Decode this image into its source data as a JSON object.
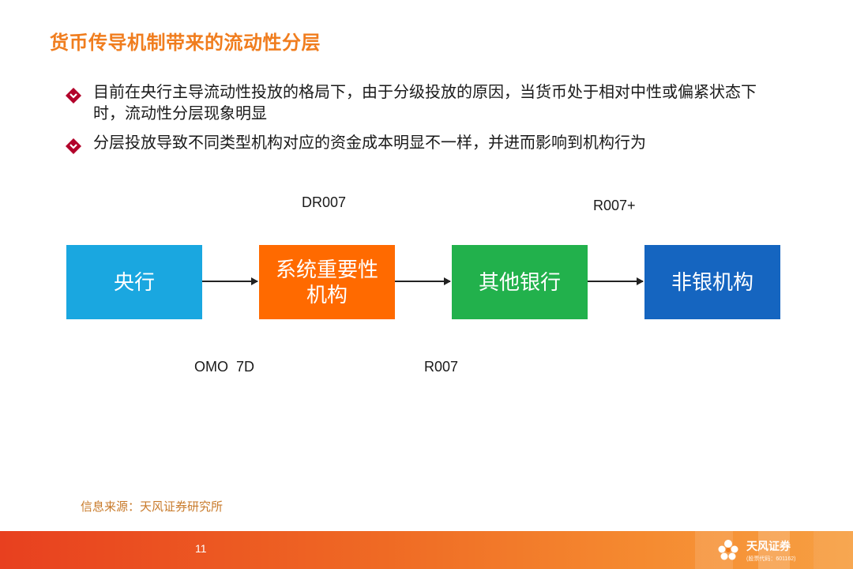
{
  "title": "货币传导机制带来的流动性分层",
  "bullets": [
    {
      "text": "目前在央行主导流动性投放的格局下，由于分级投放的原因，当货币处于相对中性或偏紧状态下时，流动性分层现象明显",
      "icon": "diamond-arrow-icon"
    },
    {
      "text": "分层投放导致不同类型机构对应的资金成本明显不一样，并进而影响到机构行为",
      "icon": "diamond-arrow-icon"
    }
  ],
  "flow": {
    "nodes": [
      {
        "label": "央行",
        "color": "#1aa7e0"
      },
      {
        "label_line1": "系统重要性",
        "label_line2": "机构",
        "color": "#ff6a00"
      },
      {
        "label": "其他银行",
        "color": "#22b14c"
      },
      {
        "label": "非银机构",
        "color": "#1565c0"
      }
    ],
    "rates": {
      "central_to_systemic": "OMO  7D",
      "systemic_top": "DR007",
      "systemic_to_banks": "R007",
      "banks_to_nonbank": "R007+"
    }
  },
  "source": "信息来源：天风证券研究所",
  "page_number": "11",
  "logo": {
    "name": "天风证券",
    "tagline": "(股票代码：601162)"
  }
}
